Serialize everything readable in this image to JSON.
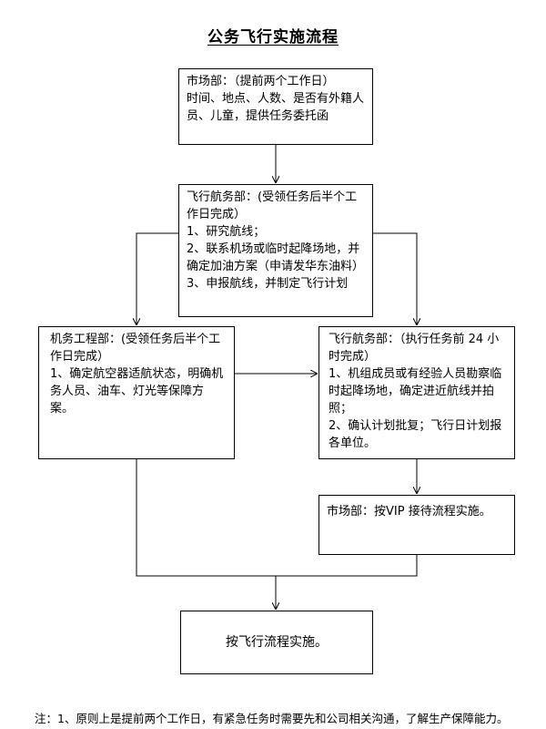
{
  "title": "公务飞行实施流程",
  "boxes": {
    "market_initial": "市场部：（提前两个工作日）\n时间、地点、人数、是否有外籍人员、儿童，提供任务委托函",
    "flight_ops_1": "飞行航务部：(受领任务后半个工作日完成）\n1、研究航线；\n2、联系机场或临时起降场地，并确定加油方案（申请发华东油料）\n3、申报航线，并制定飞行计划",
    "engineering": "机务工程部：(受领任务后半个工作日完成）\n1、确定航空器适航状态，明确机务人员、油车、灯光等保障方案。",
    "flight_ops_2": "飞行航务部：（执行任务前 24 小时完成）\n1、机组成员或有经验人员勘察临时起降场地，确定进近航线并拍照；\n2、确认计划批复；飞行日计划报各单位。",
    "market_vip": "市场部：按VIP 接待流程实施。",
    "final": "按飞行流程实施。"
  },
  "note": "注：1、原则上是提前两个工作日，有紧急任务时需要先和公司相关沟通，了解生产保障能力。"
}
